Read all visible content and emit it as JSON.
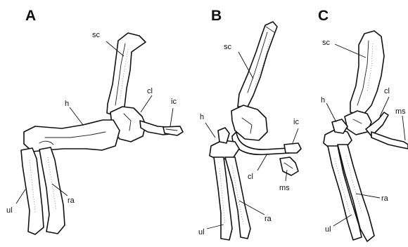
{
  "panels": [
    {
      "letter": "A",
      "labels": {
        "sc": "sc",
        "cl": "cl",
        "ic": "ic",
        "h": "h",
        "ra": "ra",
        "ul": "ul"
      }
    },
    {
      "letter": "B",
      "labels": {
        "sc": "sc",
        "h": "h",
        "ic": "ic",
        "cl": "cl",
        "ms": "ms",
        "ra": "ra",
        "ul": "ul"
      }
    },
    {
      "letter": "C",
      "labels": {
        "sc": "sc",
        "cl": "cl",
        "h": "h",
        "ms": "ms",
        "ra": "ra",
        "ul": "ul"
      }
    }
  ]
}
